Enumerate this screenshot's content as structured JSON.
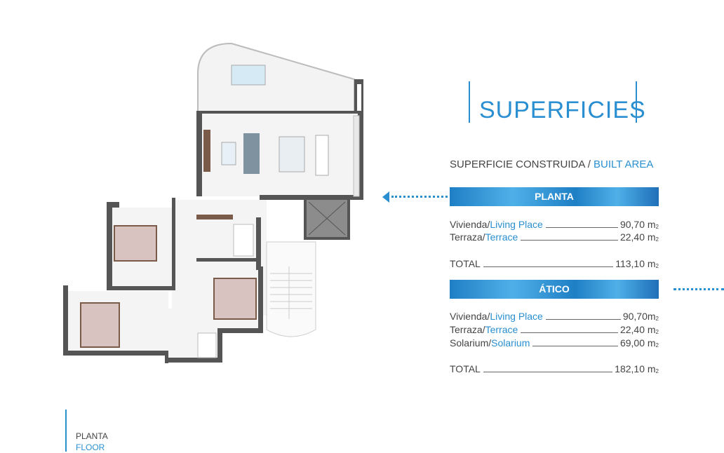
{
  "title": "SUPERFICIES",
  "subtitle": {
    "es": "SUPERFICIE CONSTRUIDA",
    "sep": " / ",
    "en": "BUILT AREA"
  },
  "planta": {
    "header": "PLANTA",
    "rows": [
      {
        "es": "Vivienda",
        "en": "Living Place",
        "value": "90,70 m",
        "sup": "2"
      },
      {
        "es": "Terraza",
        "en": "Terrace",
        "value": "22,40 m",
        "sup": "2"
      }
    ],
    "total": {
      "label": "TOTAL",
      "value": "113,10 m",
      "sup": "2"
    }
  },
  "atico": {
    "header": "ÁTICO",
    "rows": [
      {
        "es": "Vivienda",
        "en": "Living Place",
        "value": "90,70m",
        "sup": "2"
      },
      {
        "es": "Terraza",
        "en": "Terrace",
        "value": "22,40 m",
        "sup": "2"
      },
      {
        "es": "Solarium",
        "en": "Solarium",
        "value": "69,00 m",
        "sup": "2"
      }
    ],
    "total": {
      "label": "TOTAL",
      "value": "182,10 m",
      "sup": "2"
    }
  },
  "floor_label": {
    "es": "PLANTA",
    "en": "FLOOR"
  },
  "colors": {
    "accent": "#2a8fd0",
    "wall": "#555555",
    "bed": "#d9c3c0",
    "wood": "#7a5a48"
  },
  "sep": " / "
}
